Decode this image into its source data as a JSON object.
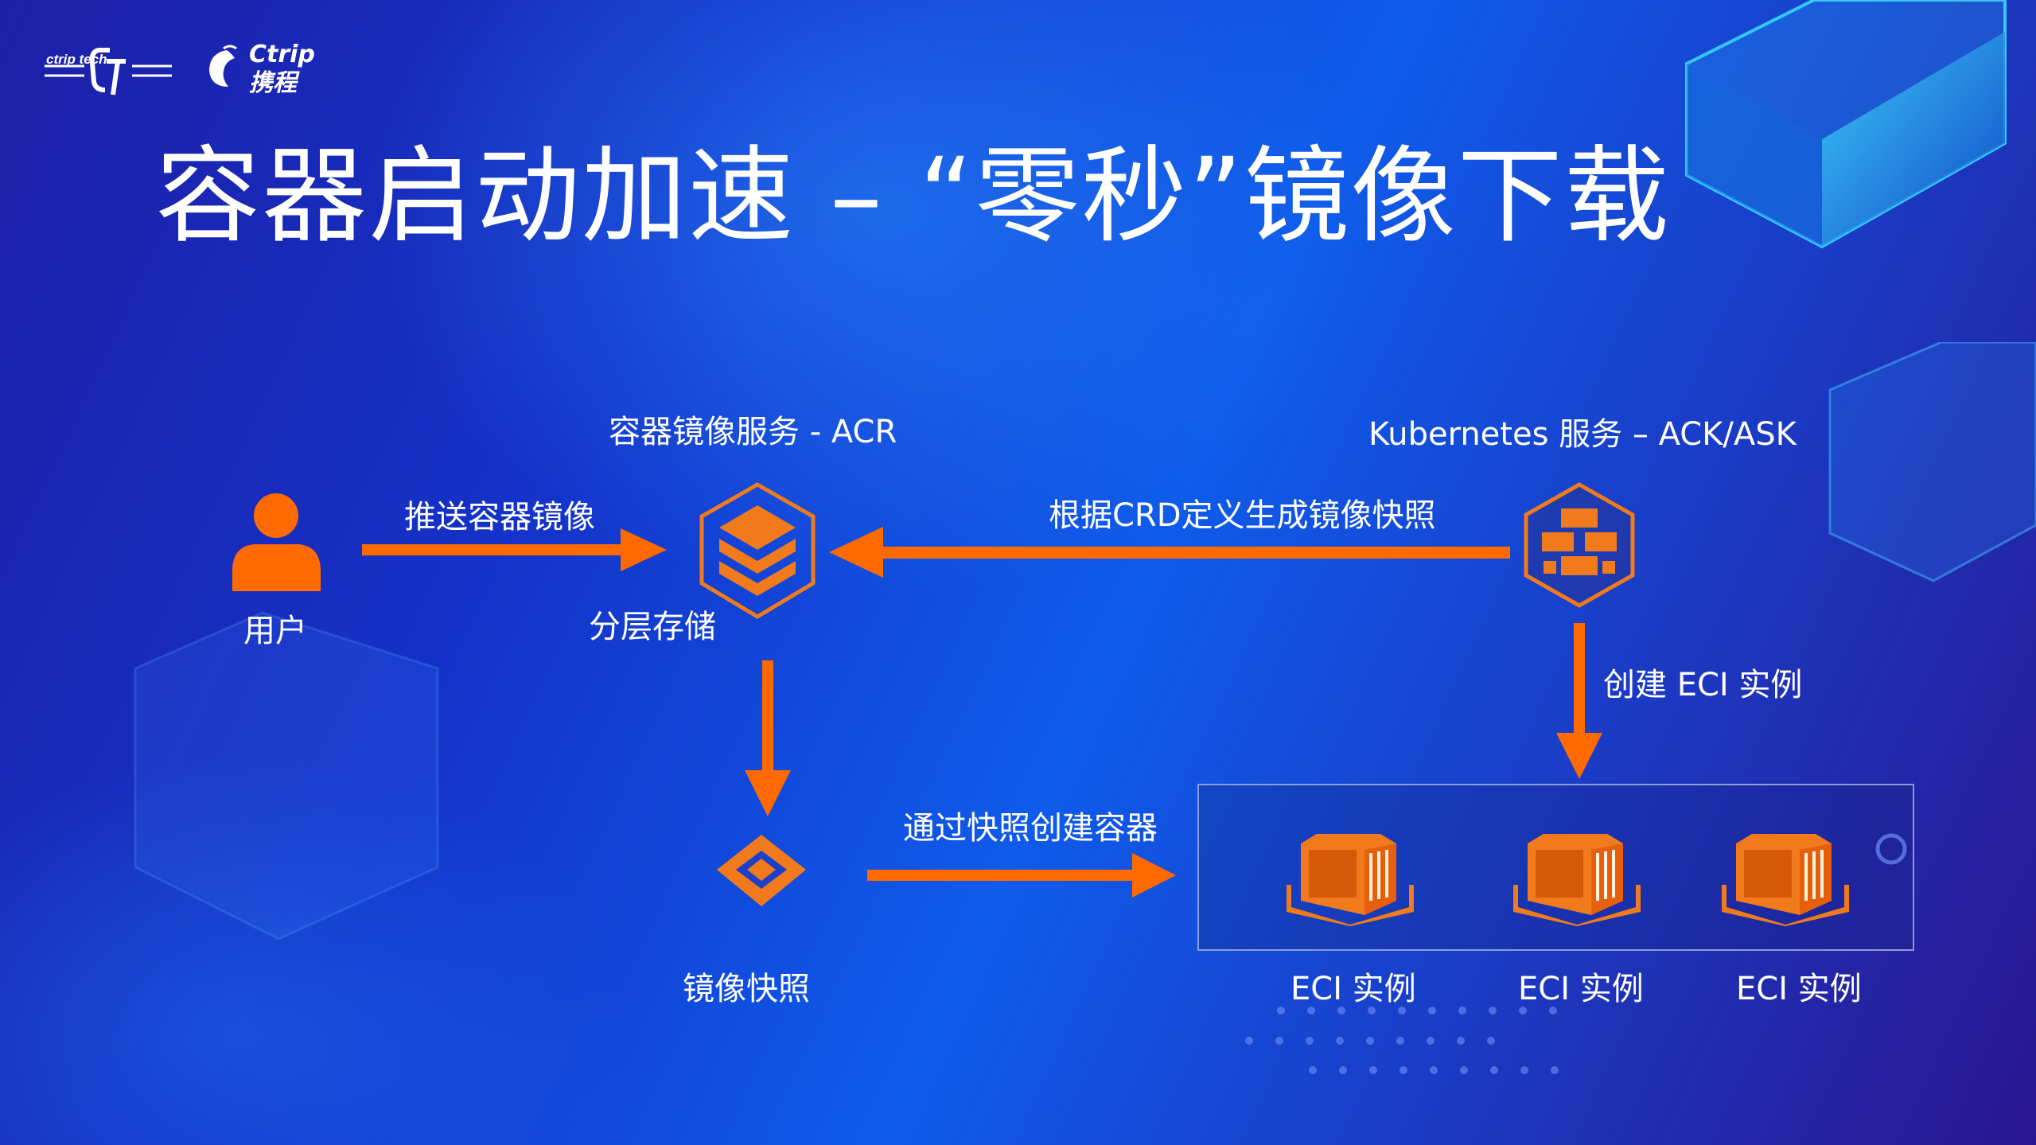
{
  "header": {
    "logo_ctrip_tech": "ctrip tech",
    "logo_ctrip_en": "Ctrip",
    "logo_ctrip_cn": "携程",
    "title": "容器启动加速 – “零秒”镜像下载"
  },
  "diagram": {
    "acr_service_label": "容器镜像服务 - ACR",
    "k8s_service_label": "Kubernetes 服务 – ACK/ASK",
    "user_label": "用户",
    "push_label": "推送容器镜像",
    "layered_storage_label": "分层存储",
    "crd_label": "根据CRD定义生成镜像快照",
    "create_eci_label": "创建 ECI 实例",
    "create_container_label": "通过快照创建容器",
    "snapshot_label": "镜像快照",
    "eci_instances": [
      "ECI 实例",
      "ECI 实例",
      "ECI 实例"
    ]
  },
  "colors": {
    "accent_orange": "#ff6a00",
    "icon_orange": "#f07a1c",
    "background_blue": "#1433c8"
  }
}
